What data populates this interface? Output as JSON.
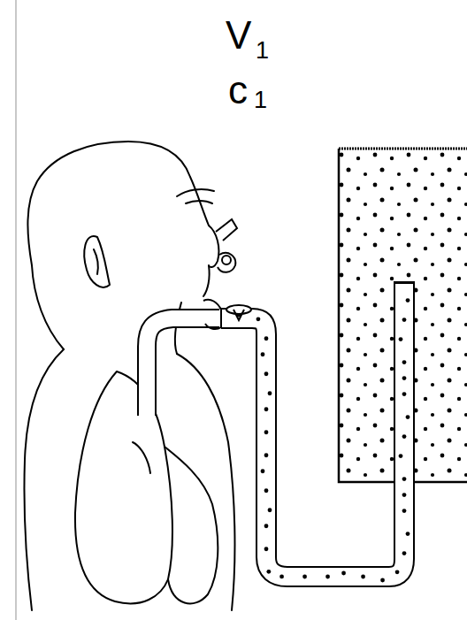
{
  "diagram": {
    "labels": [
      "V",
      "1",
      "c",
      "1"
    ]
  }
}
